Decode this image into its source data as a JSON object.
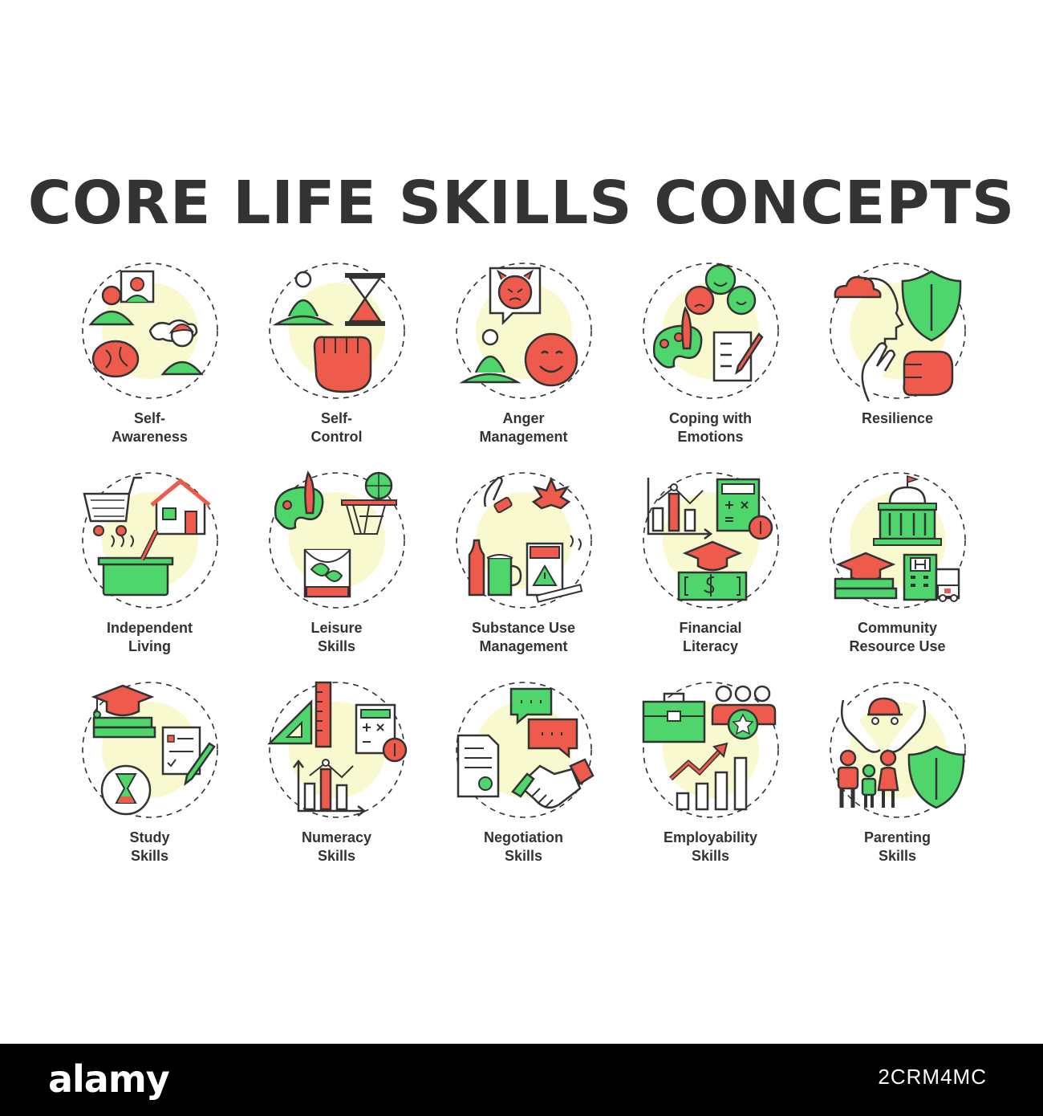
{
  "title": "CORE LIFE SKILLS CONCEPTS",
  "colors": {
    "red": "#ee5a4b",
    "green": "#4ed66c",
    "yellow": "#f9f9cf",
    "dark": "#333333"
  },
  "items": [
    {
      "label": "Self-\nAwareness",
      "icon": "self-awareness-icon"
    },
    {
      "label": "Self-\nControl",
      "icon": "self-control-icon"
    },
    {
      "label": "Anger\nManagement",
      "icon": "anger-management-icon"
    },
    {
      "label": "Coping with\nEmotions",
      "icon": "coping-emotions-icon"
    },
    {
      "label": "Resilience",
      "icon": "resilience-icon"
    },
    {
      "label": "Independent\nLiving",
      "icon": "independent-living-icon"
    },
    {
      "label": "Leisure\nSkills",
      "icon": "leisure-skills-icon"
    },
    {
      "label": "Substance Use\nManagement",
      "icon": "substance-use-icon"
    },
    {
      "label": "Financial\nLiteracy",
      "icon": "financial-literacy-icon"
    },
    {
      "label": "Community\nResource Use",
      "icon": "community-resource-icon"
    },
    {
      "label": "Study\nSkills",
      "icon": "study-skills-icon"
    },
    {
      "label": "Numeracy\nSkills",
      "icon": "numeracy-skills-icon"
    },
    {
      "label": "Negotiation\nSkills",
      "icon": "negotiation-skills-icon"
    },
    {
      "label": "Employability\nSkills",
      "icon": "employability-skills-icon"
    },
    {
      "label": "Parenting\nSkills",
      "icon": "parenting-skills-icon"
    }
  ],
  "footer": {
    "brand": "alamy",
    "stock_id": "2CRM4MC"
  }
}
